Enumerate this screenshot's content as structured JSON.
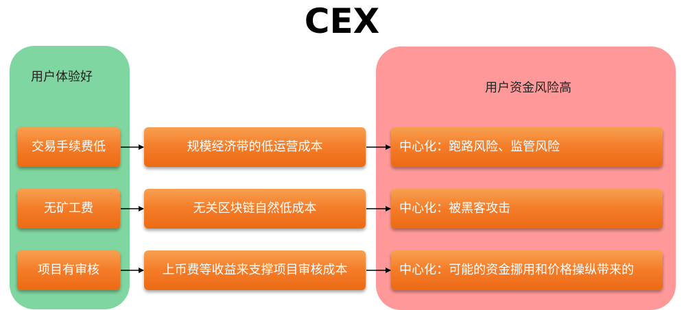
{
  "title": "CEX",
  "left_panel": {
    "label": "用户体验好",
    "items": [
      "交易手续费低",
      "无矿工费",
      "项目有审核"
    ]
  },
  "middle": {
    "items": [
      "规模经济带的低运营成本",
      "无关区块链自然低成本",
      "上币费等收益来支撑项目审核成本"
    ]
  },
  "right_panel": {
    "label": "用户资金风险高",
    "items": [
      "中心化：跑路风险、监管风险",
      "中心化：被黑客攻击",
      "中心化：可能的资金挪用和价格操纵带来的"
    ]
  },
  "colors": {
    "green_panel": "#7fd6a0",
    "red_panel": "#ff9999",
    "box_orange": "#f47d2a"
  }
}
